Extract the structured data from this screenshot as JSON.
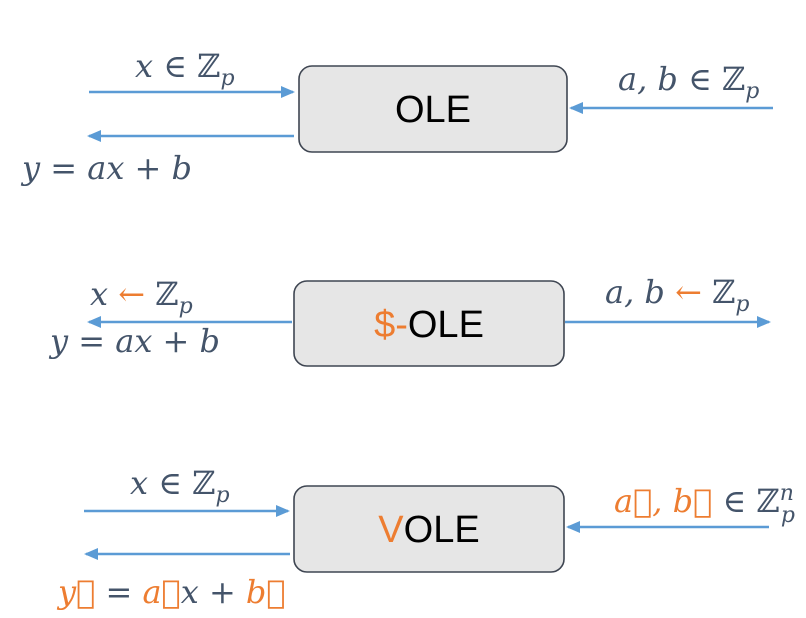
{
  "colors": {
    "arrow": "#5b9bd5",
    "math_text": "#44546a",
    "accent": "#ed7d31",
    "box_fill": "#e6e6e6",
    "box_stroke": "#3f4652"
  },
  "panels": [
    {
      "box_label": "OLE",
      "left_input": "x ∈ ℤp",
      "left_output": "y = ax + b",
      "right_input": "a, b ∈ ℤp"
    },
    {
      "box_label_prefix": "$-",
      "box_label": "OLE",
      "left_output_1": "x ← ℤp",
      "left_output_2": "y = ax + b",
      "right_output": "a, b ← ℤp"
    },
    {
      "box_label_prefix": "V",
      "box_label": "OLE",
      "left_input": "x ∈ ℤp",
      "left_output": "y⃗ = a⃗x + b⃗",
      "right_input": "a⃗, b⃗ ∈ ℤpn"
    }
  ]
}
